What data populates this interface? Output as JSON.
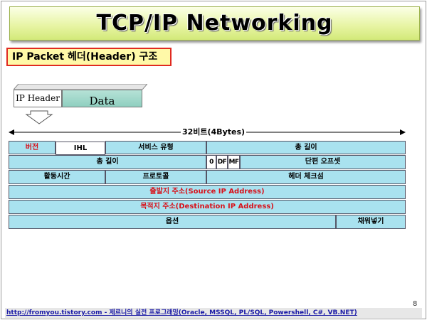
{
  "title": "TCP/IP Networking",
  "subtitle": "IP Packet 헤더(Header) 구조",
  "packet": {
    "header_label": "IP Header",
    "data_label": "Data"
  },
  "width_label": "32비트(4Bytes)",
  "rows": [
    [
      "버전",
      "IHL",
      "서비스 유형",
      "총 길이"
    ],
    [
      "총 길이",
      "0",
      "DF",
      "MF",
      "단편 오프셋"
    ],
    [
      "활동시간",
      "프로토콜",
      "헤더 체크섬"
    ],
    [
      "출발지 주소(Source IP Address)"
    ],
    [
      "목적지 주소(Destination IP Address)"
    ],
    [
      "옵션",
      "채워넣기"
    ]
  ],
  "page_number": "8",
  "footer": "http://fromyou.tistory.com - 제르니의 실전 프로그래밍(Oracle, MSSQL, PL/SQL, Powershell, C#, VB.NET)",
  "colors": {
    "field": "#a9e2ef",
    "red_text": "#d8121b",
    "title_bg": "#e8f5a6",
    "subtitle_bg": "#fff9a8"
  }
}
